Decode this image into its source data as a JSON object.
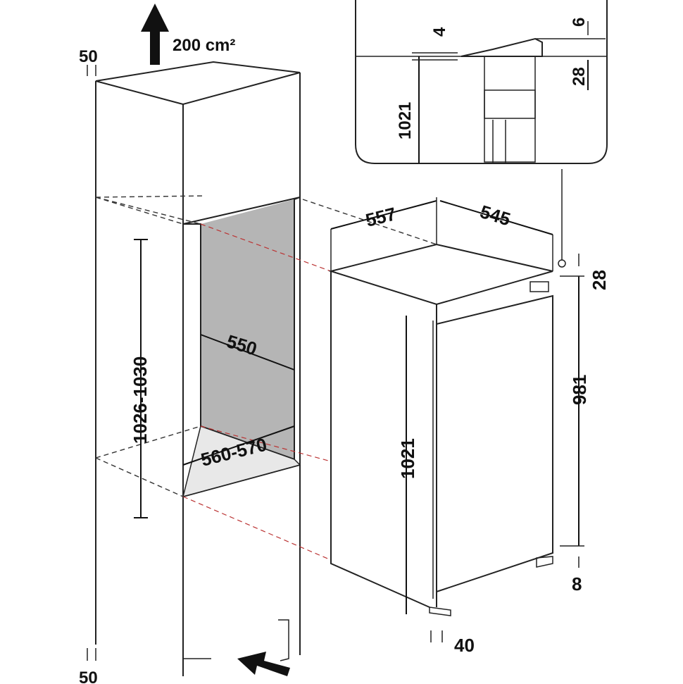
{
  "labels": {
    "vent_area": "200 cm²",
    "top_gap": "50",
    "bottom_gap": "50",
    "niche_height": "1026-1030",
    "niche_width": "550",
    "niche_depth": "560-570",
    "fridge_width": "557",
    "fridge_depth": "545",
    "fridge_height": "1021",
    "door_height": "981",
    "top_offset": "28",
    "bottom_offset": "8",
    "door_offset": "40",
    "detail_gap": "4",
    "detail_top": "6",
    "detail_rail": "28",
    "detail_height": "1021"
  },
  "colors": {
    "niche_fill": "#b5b5b5",
    "line": "#222222"
  }
}
